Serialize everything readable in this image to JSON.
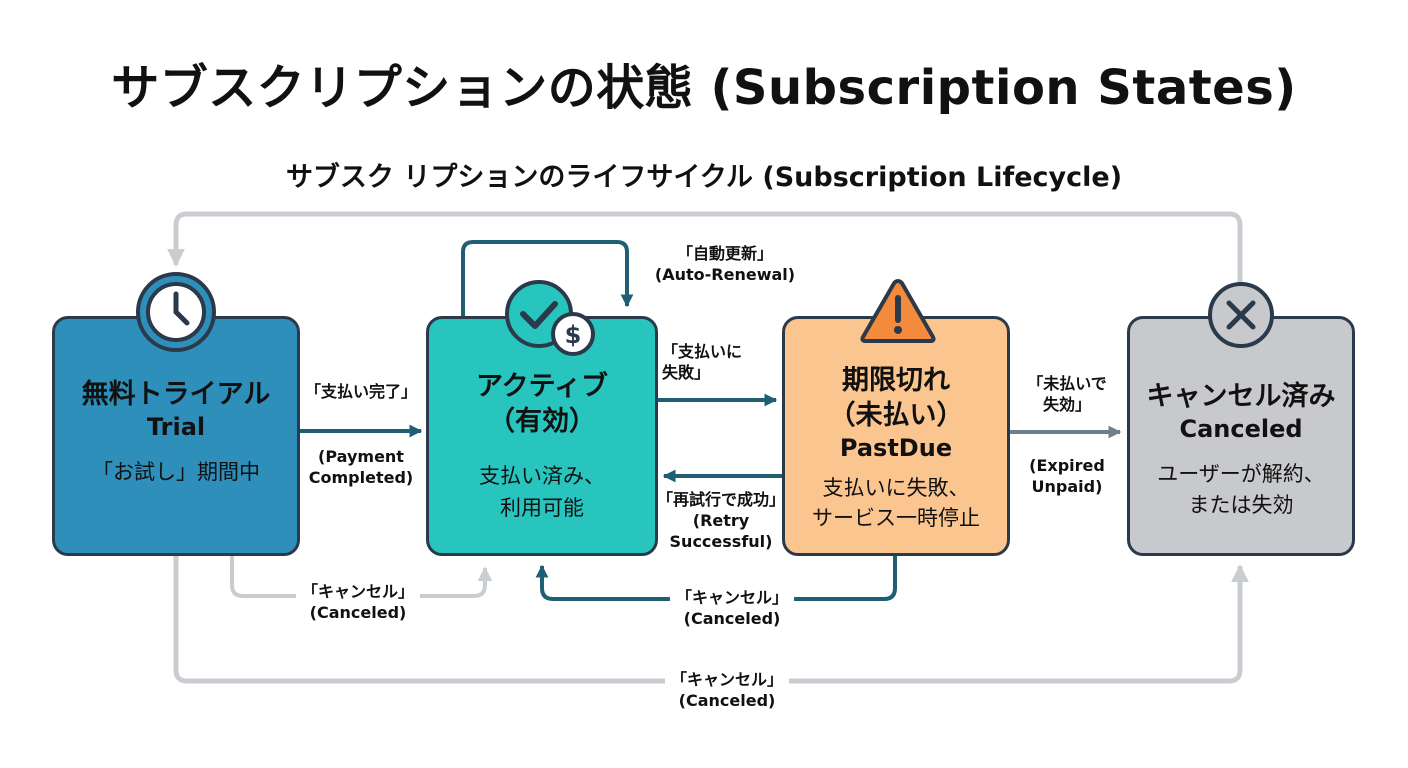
{
  "title": "サブスクリプションの状態 (Subscription States)",
  "subtitle": "サブスク リプションのライフサイクル (Subscription Lifecycle)",
  "colors": {
    "trial": "#2e8fbb",
    "active": "#27c5be",
    "pastdue": "#fbc590",
    "canceled": "#c8c9cc",
    "arrow_dark": "#1f5f74",
    "arrow_light": "#c9cdd2",
    "border": "#2b3a4a"
  },
  "states": {
    "trial": {
      "jp": "無料トライアル",
      "en": "Trial",
      "desc": "「お試し」期間中",
      "icon": "clock-icon"
    },
    "active": {
      "jp": "アクティブ",
      "jp2": "（有効）",
      "desc1": "支払い済み、",
      "desc2": "利用可能",
      "icon": "check-dollar-icon"
    },
    "pastdue": {
      "jp": "期限切れ",
      "jp2": "（未払い）",
      "en": "PastDue",
      "desc1": "支払いに失敗、",
      "desc2": "サービス一時停止",
      "icon": "warning-icon"
    },
    "canceled": {
      "jp": "キャンセル済み",
      "en": "Canceled",
      "desc1": "ユーザーが解約、",
      "desc2": "または失効",
      "icon": "x-circle-icon"
    }
  },
  "transitions": {
    "auto_renewal": {
      "jp": "「自動更新」",
      "en": "(Auto-Renewal)"
    },
    "payment_completed": {
      "jp": "「支払い完了」",
      "en1": "(Payment",
      "en2": "Completed)"
    },
    "payment_failed": {
      "jp1": "「支払いに",
      "jp2": "失敗」"
    },
    "retry_success": {
      "jp": "「再試行で成功」",
      "en1": "(Retry",
      "en2": "Successful)"
    },
    "expired_unpaid": {
      "jp1": "「未払いで",
      "jp2": "失効」",
      "en1": "(Expired",
      "en2": "Unpaid)"
    },
    "cancel_trial": {
      "jp": "「キャンセル」",
      "en": "(Canceled)"
    },
    "cancel_pastdue": {
      "jp": "「キャンセル」",
      "en": "(Canceled)"
    },
    "cancel_all": {
      "jp": "「キャンセル」",
      "en": "(Canceled)"
    }
  }
}
